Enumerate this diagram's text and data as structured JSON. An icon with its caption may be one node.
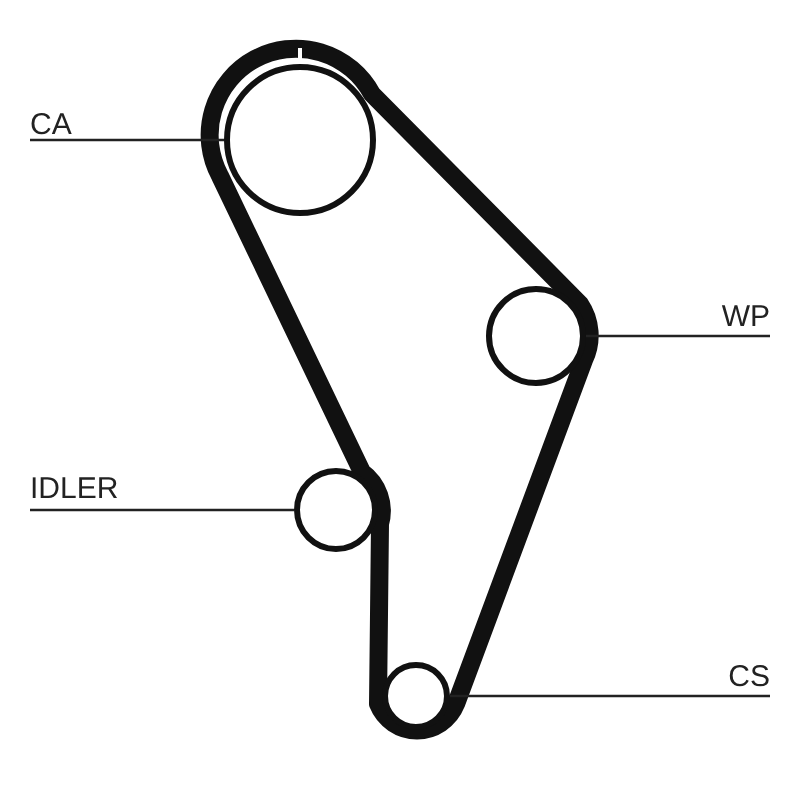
{
  "diagram": {
    "nodes": [
      {
        "text": [
          "CA"
        ]
      },
      {
        "text": [],
        "shape": "circle"
      },
      {
        "text": [
          "WP"
        ]
      },
      {
        "text": [],
        "shape": "circle"
      },
      {
        "text": [
          "IDLER"
        ]
      },
      {
        "text": [],
        "shape": "circle"
      },
      {
        "text": [
          "CS"
        ]
      },
      {
        "text": [],
        "shape": "circle"
      }
    ],
    "edges": [
      {
        "from": 0,
        "to": 1,
        "arrow": "none"
      },
      {
        "from": 2,
        "to": 3,
        "arrow": "none"
      },
      {
        "from": 4,
        "to": 5,
        "arrow": "none"
      },
      {
        "from": 6,
        "to": 7,
        "arrow": "none"
      }
    ]
  }
}
